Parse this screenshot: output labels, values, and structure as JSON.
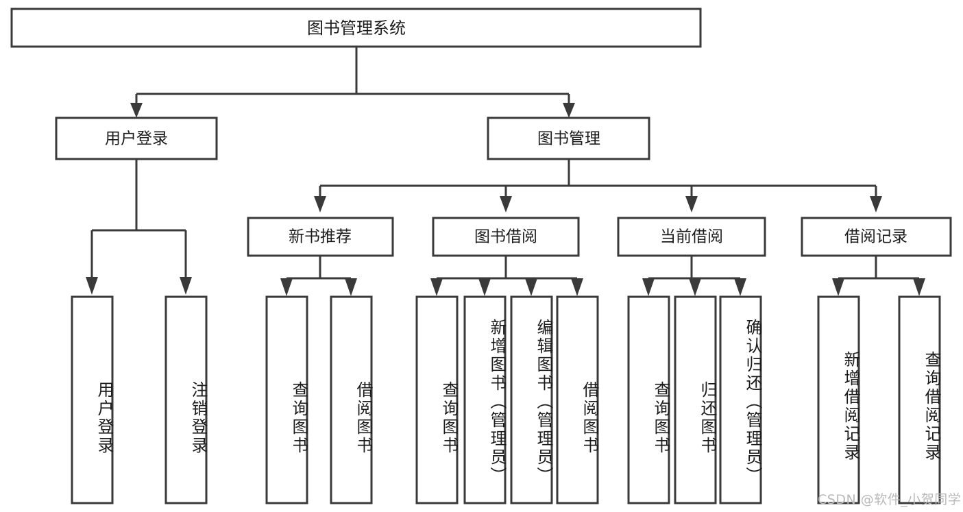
{
  "diagram": {
    "title": "图书管理系统",
    "type": "hierarchy-tree",
    "root": {
      "label": "图书管理系统"
    },
    "level2": [
      {
        "label": "用户登录"
      },
      {
        "label": "图书管理"
      }
    ],
    "level3": [
      {
        "label": "新书推荐"
      },
      {
        "label": "图书借阅"
      },
      {
        "label": "当前借阅"
      },
      {
        "label": "借阅记录"
      }
    ],
    "leaves": {
      "user_login": [
        {
          "label": "用户登录"
        },
        {
          "label": "注销登录"
        }
      ],
      "new_book": [
        {
          "label": "查询图书"
        },
        {
          "label": "借阅图书"
        }
      ],
      "book_borrow": [
        {
          "label": "查询图书"
        },
        {
          "label": "新增图书（管理员）"
        },
        {
          "label": "编辑图书（管理员）"
        },
        {
          "label": "借阅图书"
        }
      ],
      "current_borrow": [
        {
          "label": "查询图书"
        },
        {
          "label": "归还图书"
        },
        {
          "label": "确认归还（管理员）"
        }
      ],
      "borrow_record": [
        {
          "label": "新增借阅记录"
        },
        {
          "label": "查询借阅记录"
        }
      ]
    }
  },
  "watermark": {
    "text": "CSDN @软件_小贺同学"
  },
  "colors": {
    "stroke": "#3a3a3a",
    "box_fill": "#ffffff",
    "text": "#1b1b1b",
    "background": "#ffffff",
    "watermark": "#b9b9b9"
  }
}
